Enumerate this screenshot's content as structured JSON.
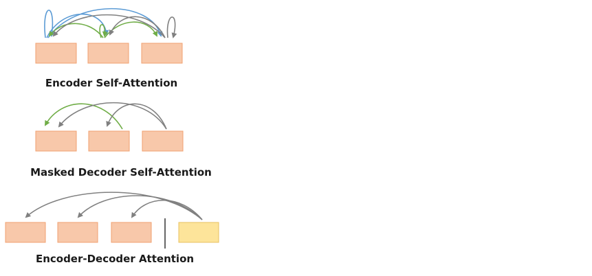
{
  "diagrams": [
    {
      "id": "encoder-self-attention",
      "caption": "Encoder Self-Attention",
      "tokens": [
        {
          "fill": "#f8c8aa"
        },
        {
          "fill": "#f8c8aa"
        },
        {
          "fill": "#f8c8aa"
        }
      ]
    },
    {
      "id": "masked-decoder-self-attention",
      "caption": "Masked Decoder Self-Attention",
      "tokens": [
        {
          "fill": "#f8c8aa"
        },
        {
          "fill": "#f8c8aa"
        },
        {
          "fill": "#f8c8aa"
        }
      ]
    },
    {
      "id": "encoder-decoder-attention",
      "caption": "Encoder-Decoder Attention",
      "tokens": [
        {
          "fill": "#f8c8aa"
        },
        {
          "fill": "#f8c8aa"
        },
        {
          "fill": "#f8c8aa"
        },
        {
          "fill": "#fde49a"
        }
      ]
    }
  ],
  "colors": {
    "token_border": "#f0a070",
    "query_border": "#e8c060",
    "arrow_blue": "#5b9bd5",
    "arrow_green": "#70ad47",
    "arrow_gray": "#808080",
    "separator": "#000000"
  }
}
